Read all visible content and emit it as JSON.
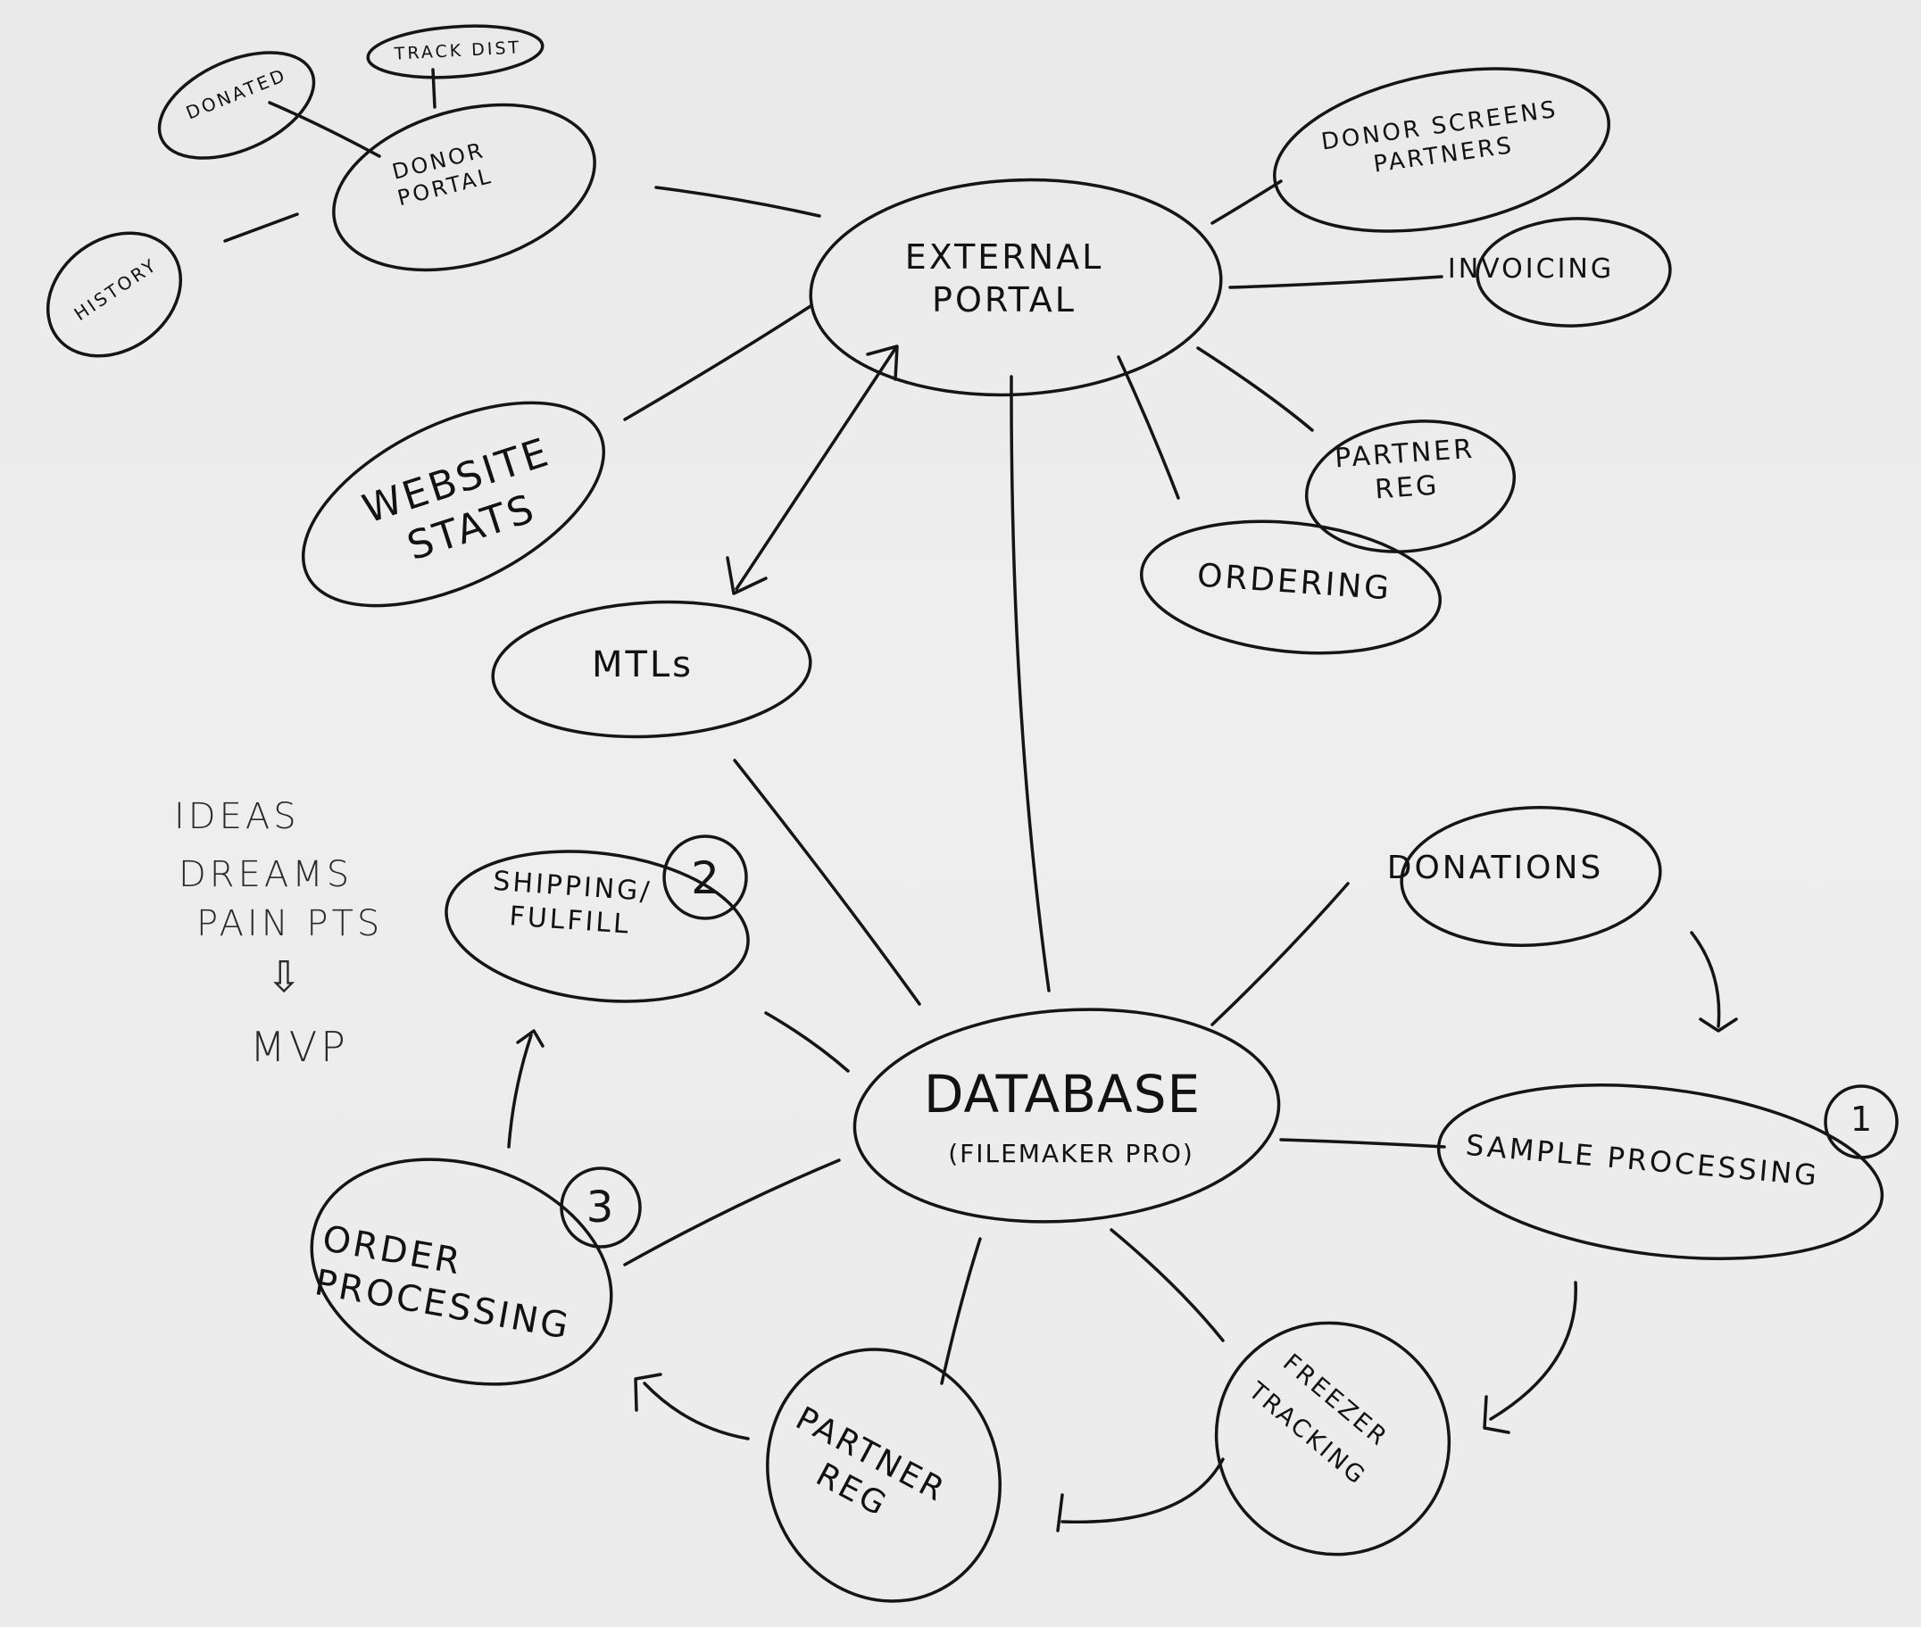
{
  "diagram": {
    "nodes": {
      "external_portal": "EXTERNAL\nPORTAL",
      "donor_portal": "DONOR\nPORTAL",
      "donated": "DONATED",
      "track_dist": "TRACK DIST",
      "history": "HISTORY",
      "donor_screens_partners": "DONOR SCREENS\nPARTNERS",
      "invoicing": "INVOICING",
      "partner_reg_top": "PARTNER\nREG",
      "ordering": "ORDERING",
      "website_stats": "WEBSITE\nSTATS",
      "mtls": "MTLs",
      "shipping_fulfill": "SHIPPING/\nFULFILL",
      "database": "DATABASE",
      "database_sub": "(FILEMAKER PRO)",
      "donations": "DONATIONS",
      "sample_processing": "SAMPLE PROCESSING",
      "freezer_tracking": "FREEZER\nTRACKING",
      "partner_reg_bottom": "PARTNER\nREG",
      "order_processing": "ORDER\nPROCESSING"
    },
    "priorities": {
      "sample_processing": "1",
      "shipping_fulfill": "2",
      "order_processing": "3"
    },
    "side_note": {
      "line1": "IDEAS",
      "line2": "DREAMS",
      "line3": "PAIN PTS",
      "arrow": "⇩",
      "line4": "MVP"
    }
  }
}
